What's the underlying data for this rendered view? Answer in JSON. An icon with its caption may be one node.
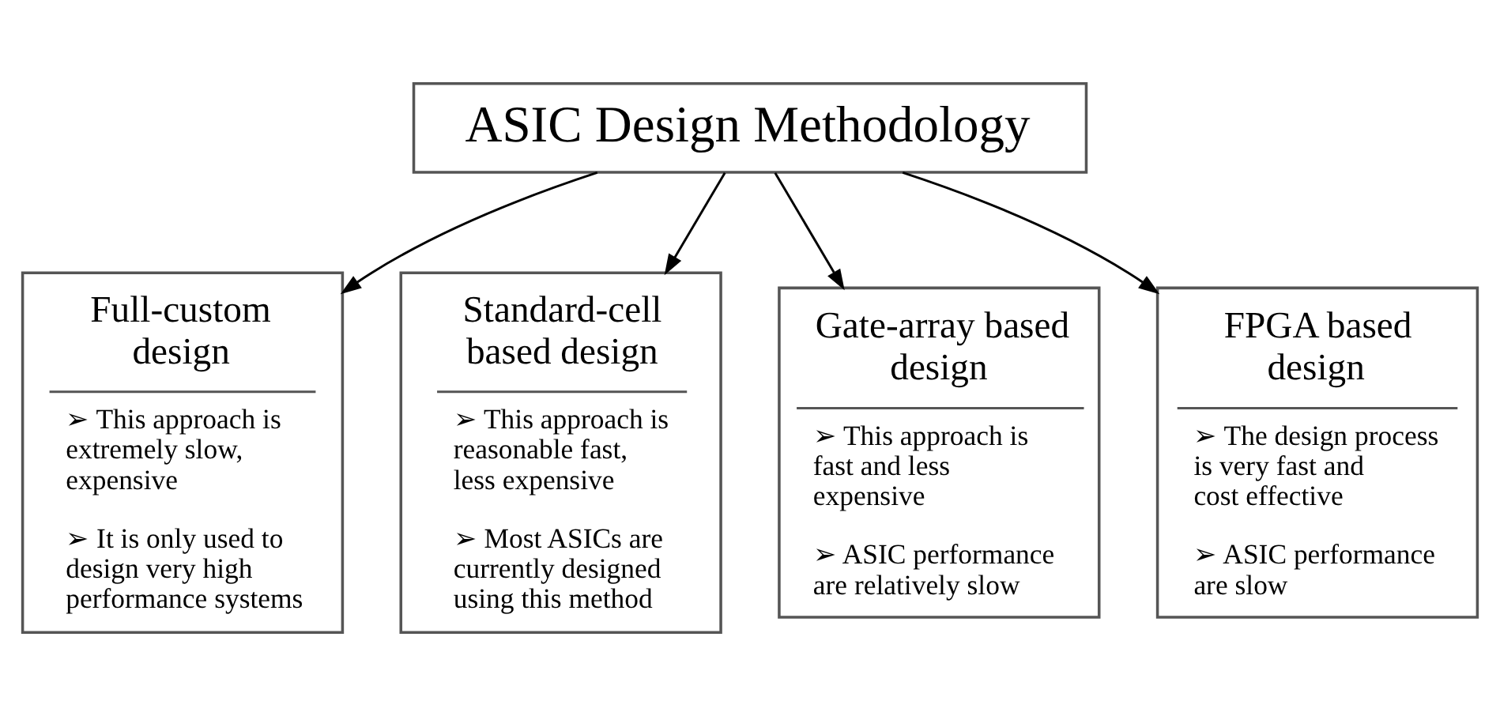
{
  "diagram": {
    "nodes": [
      {
        "text": [
          "ASIC Design Methodology"
        ]
      },
      {
        "text": [
          "Full-custom design",
          "➢ This approach is extremely slow, expensive",
          "➢ It is only used to design very high performance systems"
        ]
      },
      {
        "text": [
          "Standard-cell based design",
          "➢ This approach is reasonable fast, less expensive",
          "➢ Most ASICs are currently designed using this method"
        ]
      },
      {
        "text": [
          "Gate-array based design",
          "➢ This approach is fast and less expensive",
          "➢ ASIC performance are relatively slow"
        ]
      },
      {
        "text": [
          "FPGA based design",
          "➢ The design process is very fast and cost effective",
          "➢ ASIC performance are slow"
        ]
      }
    ],
    "edges": [
      {
        "from": 0,
        "to": 1,
        "arrow": "to"
      },
      {
        "from": 0,
        "to": 2,
        "arrow": "to"
      },
      {
        "from": 0,
        "to": 3,
        "arrow": "to"
      },
      {
        "from": 0,
        "to": 4,
        "arrow": "to"
      }
    ]
  }
}
